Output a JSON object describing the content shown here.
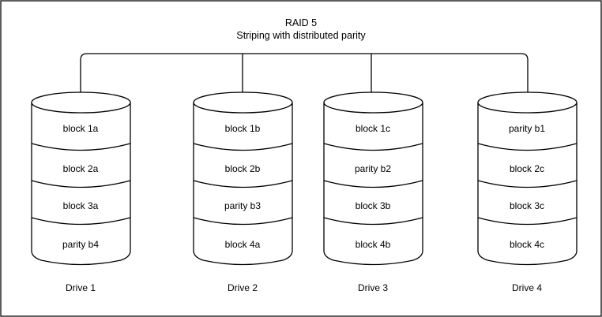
{
  "frame": {
    "border_color": "#1a1a1a",
    "background": "#ffffff"
  },
  "title": {
    "line1": "RAID 5",
    "line2": "Striping with distributed parity"
  },
  "connector": {
    "stroke_color": "#000000"
  },
  "drives": [
    {
      "label": "Drive 1",
      "blocks": [
        "block 1a",
        "block 2a",
        "block 3a",
        "parity b4"
      ]
    },
    {
      "label": "Drive 2",
      "blocks": [
        "block 1b",
        "block 2b",
        "parity b3",
        "block 4a"
      ]
    },
    {
      "label": "Drive 3",
      "blocks": [
        "block 1c",
        "parity b2",
        "block 3b",
        "block 4b"
      ]
    },
    {
      "label": "Drive 4",
      "blocks": [
        "parity b1",
        "block 2c",
        "block 3c",
        "block 4c"
      ]
    }
  ]
}
